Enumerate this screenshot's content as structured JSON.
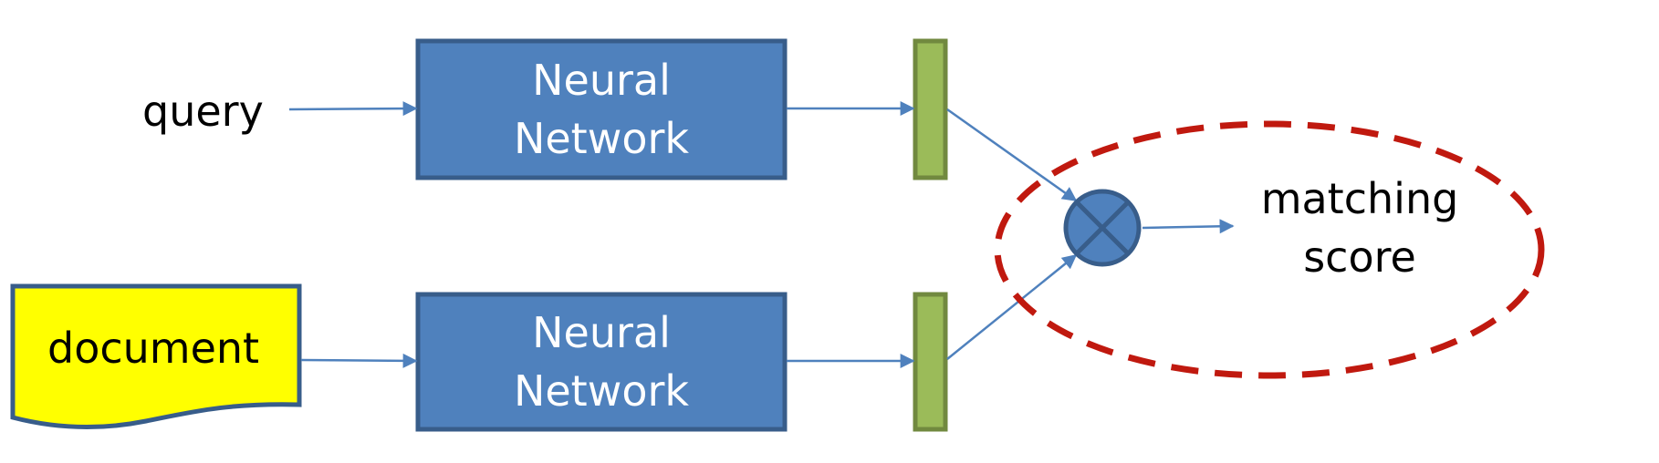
{
  "nodes": {
    "query": {
      "label": "query"
    },
    "document": {
      "label": "document"
    },
    "nn_top": {
      "line1": "Neural",
      "line2": "Network"
    },
    "nn_bottom": {
      "line1": "Neural",
      "line2": "Network"
    },
    "output": {
      "line1": "matching",
      "line2": "score"
    }
  },
  "colors": {
    "network_fill": "#4f81bd",
    "network_stroke": "#385d8a",
    "vector_fill": "#9bbb59",
    "vector_stroke": "#71893f",
    "document_fill": "#ffff00",
    "arrow": "#4f81bd",
    "highlight_ellipse": "#c0190f"
  },
  "icons": {
    "combine": "circled-times-icon"
  }
}
